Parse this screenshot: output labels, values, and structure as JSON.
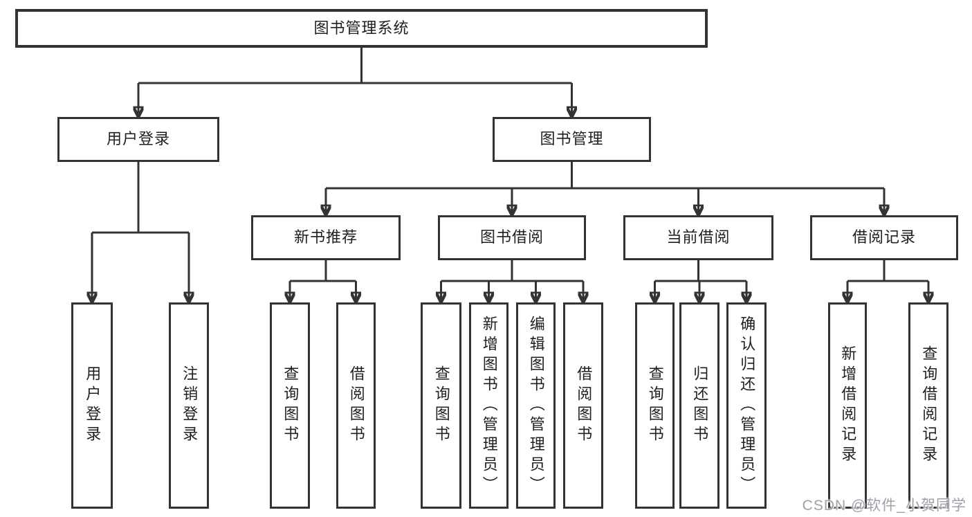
{
  "diagram": {
    "watermark": "CSDN @软件_小贺同学",
    "colors": {
      "line": "#333333",
      "box_border": "#333333",
      "text": "#1f1f1f",
      "watermark_text": "#9ea1a8",
      "background": "#ffffff"
    },
    "nodes": {
      "root": {
        "label": "图书管理系统"
      },
      "user_login": {
        "label": "用户登录"
      },
      "book_mgmt": {
        "label": "图书管理"
      },
      "new_book_rec": {
        "label": "新书推荐"
      },
      "book_borrow": {
        "label": "图书借阅"
      },
      "current_borrow": {
        "label": "当前借阅"
      },
      "borrow_records": {
        "label": "借阅记录"
      },
      "user_login_leaf": {
        "label": "用户登录"
      },
      "logout_leaf": {
        "label": "注销登录"
      },
      "nb_query_books": {
        "label": "查询图书"
      },
      "nb_borrow_books": {
        "label": "借阅图书"
      },
      "bb_query_books": {
        "label": "查询图书"
      },
      "bb_add_books": {
        "label": "新增图书（管理员）"
      },
      "bb_edit_books": {
        "label": "编辑图书（管理员）"
      },
      "bb_borrow_books": {
        "label": "借阅图书"
      },
      "cb_query_books": {
        "label": "查询图书"
      },
      "cb_return_books": {
        "label": "归还图书"
      },
      "cb_confirm_return": {
        "label": "确认归还（管理员）"
      },
      "br_add_record": {
        "label": "新增借阅记录"
      },
      "br_query_record": {
        "label": "查询借阅记录"
      }
    }
  }
}
